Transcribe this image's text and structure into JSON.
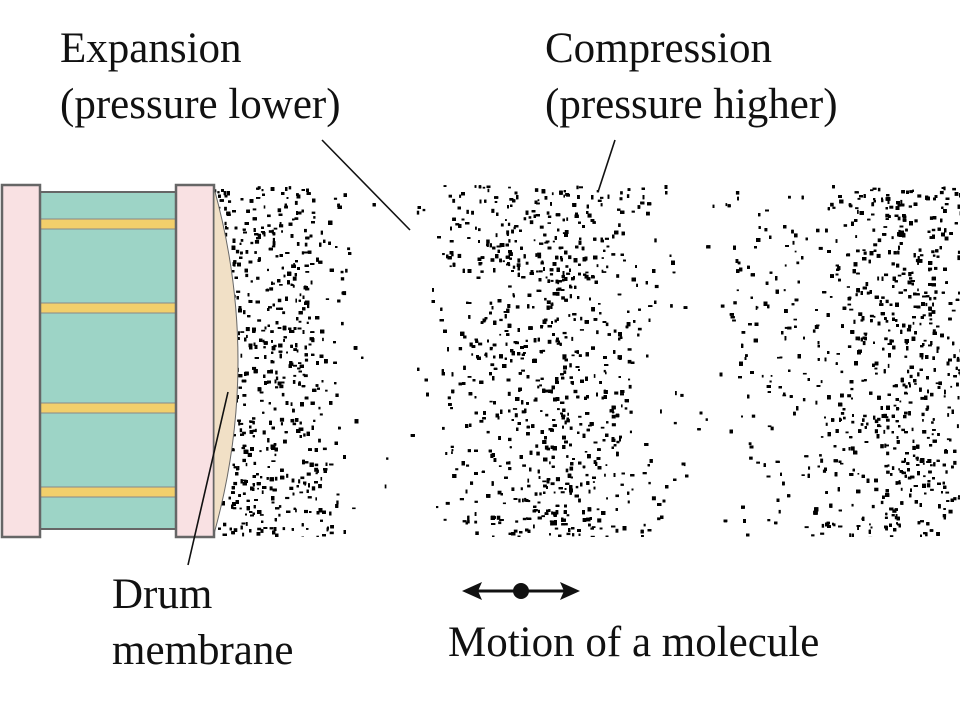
{
  "labels": {
    "expansion_line1": "Expansion",
    "expansion_line2": "(pressure lower)",
    "compression_line1": "Compression",
    "compression_line2": "(pressure higher)",
    "drum_line1": "Drum",
    "drum_line2": "membrane",
    "motion": "Motion of a molecule"
  },
  "icons": {
    "motion_indicator": "double-headed-arrow-with-dot-icon"
  },
  "colors": {
    "drum_body": "#9dd4c6",
    "drum_frame": "#f9e1e3",
    "drum_frame_border": "#666666",
    "drum_rings": "#f2cf6b",
    "membrane": "#f1e0c6",
    "air_particles": "#000000",
    "text": "#111111",
    "background": "#ffffff"
  }
}
